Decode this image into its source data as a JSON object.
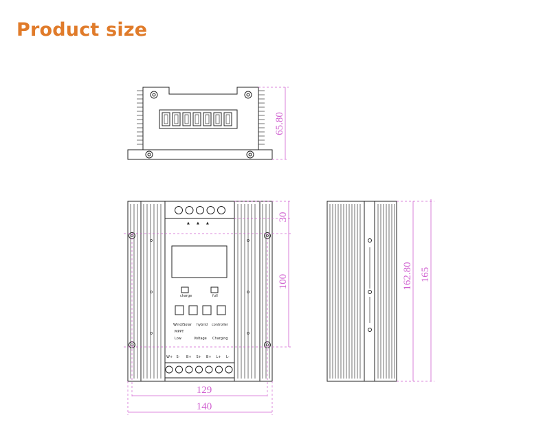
{
  "title": "Product size",
  "colors": {
    "title": "#e07b2a",
    "dimension": "#d060d0",
    "line": "#222222"
  },
  "dimensions": {
    "top_height": "65.80",
    "front_top": "30",
    "front_middle": "100",
    "inner_width": "129",
    "outer_width": "140",
    "side_inner": "162.80",
    "side_outer": "165"
  },
  "panel": {
    "led_left": "charge",
    "led_right": "full",
    "line1": [
      "Wind/Solar",
      "hybrid",
      "controller"
    ],
    "line2": "MPPT",
    "line3": [
      "Low",
      "Voltage",
      "Charging"
    ],
    "terminals": [
      "W+",
      "S-",
      "B+",
      "S+",
      "B+",
      "L+",
      "L-"
    ],
    "top_terminals": [
      "▲",
      "▲",
      "▲"
    ]
  }
}
